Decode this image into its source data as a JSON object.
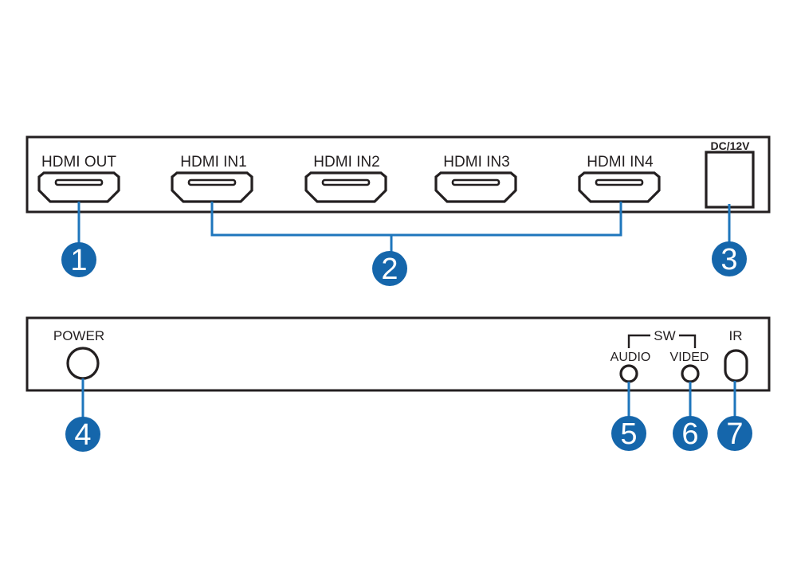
{
  "rear_panel": {
    "port_labels": [
      "HDMI OUT",
      "HDMI IN1",
      "HDMI IN2",
      "HDMI IN3",
      "HDMI IN4"
    ],
    "dc_jack_label": "DC/12V"
  },
  "front_panel": {
    "power_label": "POWER",
    "sw_group_label": "SW",
    "audio_led_label": "AUDIO",
    "video_led_label": "VIDED",
    "ir_label": "IR"
  },
  "callouts": [
    "1",
    "2",
    "3",
    "4",
    "5",
    "6",
    "7"
  ],
  "colors": {
    "outline_black": "#231f20",
    "callout_badge_blue": "#1566ab",
    "leader_line_blue": "#1e76bc"
  }
}
